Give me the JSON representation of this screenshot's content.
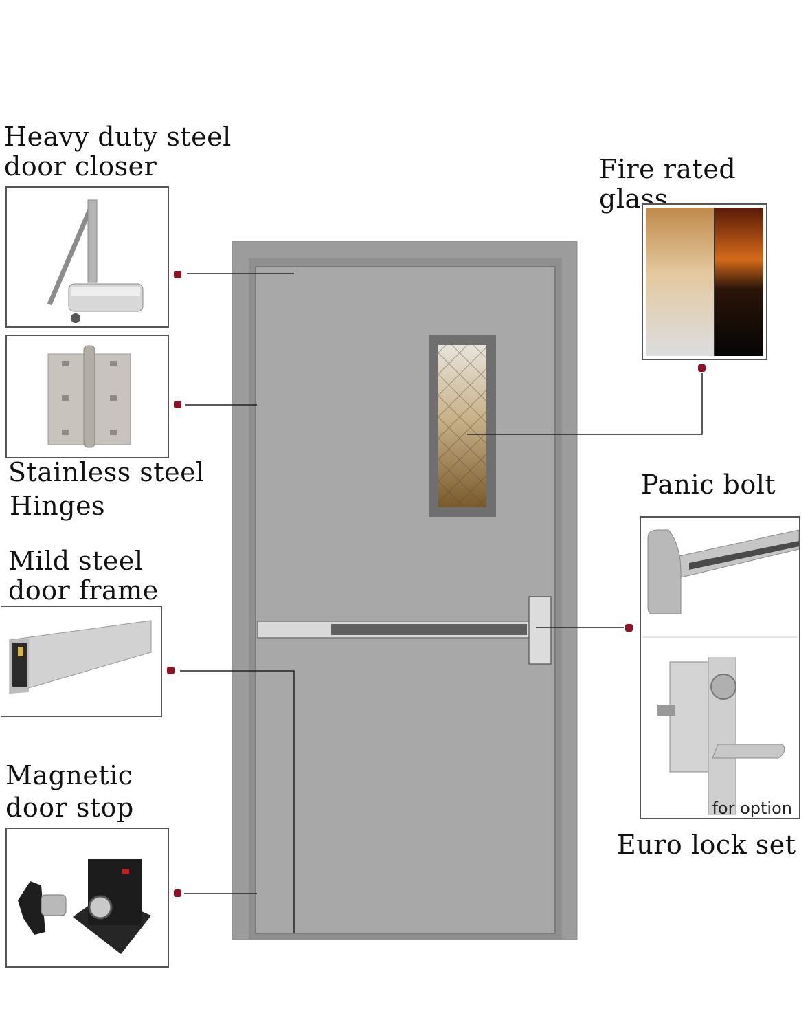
{
  "labels": {
    "closer": [
      "Heavy duty steel",
      "door closer"
    ],
    "hinges": [
      "Stainless steel",
      "Hinges"
    ],
    "frame": [
      "Mild steel",
      "door frame"
    ],
    "stop": [
      "Magnetic",
      "door stop"
    ],
    "glass": "Fire rated glass",
    "panic": "Panic bolt",
    "lock": "Euro lock set"
  },
  "note": "for option",
  "colors": {
    "door": "#a6a6a6",
    "frame": "#9b9b9b",
    "callout_dot": "#8e1327",
    "line": "#222222"
  },
  "icons": [
    "door-closer-icon",
    "hinge-icon",
    "frame-profile-icon",
    "magnetic-stop-icon",
    "fire-glass-icon",
    "panic-bar-icon",
    "mortise-lock-icon"
  ]
}
